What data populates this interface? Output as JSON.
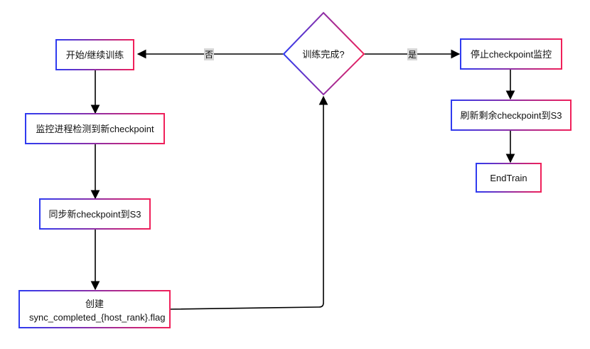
{
  "diagram": {
    "nodes": {
      "start": {
        "label": "开始/继续训练"
      },
      "monitor": {
        "label": "监控进程检测到新checkpoint"
      },
      "sync": {
        "label": "同步新checkpoint到S3"
      },
      "create_line1": {
        "label": "创建"
      },
      "create_line2": {
        "label": "sync_completed_{host_rank}.flag"
      },
      "decision": {
        "label": "训练完成?"
      },
      "stop": {
        "label": "停止checkpoint监控"
      },
      "flush": {
        "label": "刷新剩余checkpoint到S3"
      },
      "end": {
        "label": "EndTrain"
      }
    },
    "edges": {
      "no_label": "否",
      "yes_label": "是"
    },
    "colors": {
      "gradient_start": "#2f3bf0",
      "gradient_end": "#f0205a",
      "edge": "#000000",
      "edge_label_bg": "#d6d6d6"
    }
  }
}
